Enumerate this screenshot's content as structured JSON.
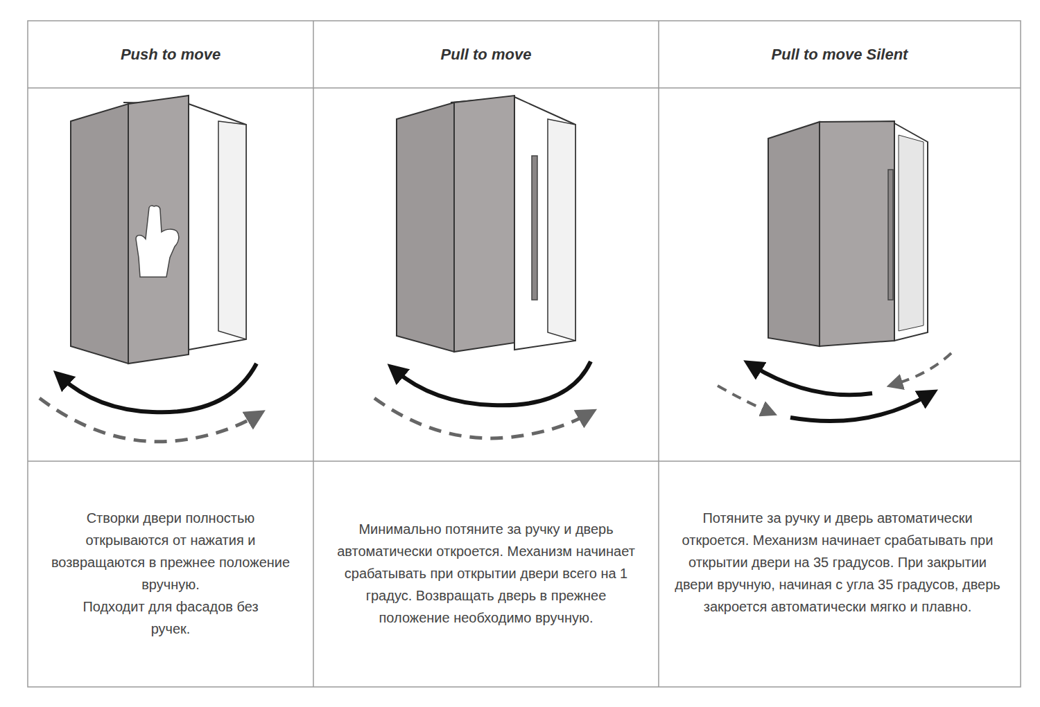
{
  "diagram": {
    "labels": [
      "Push to move",
      "Pull to move",
      "Pull to move Silent",
      "Створки двери полностью открываются от нажатия и возвращаются в прежнее положение вручную.",
      "Подходит для фасадов без ручек.",
      "Минимально потяните за ручку и дверь автоматически откроется. Механизм начинает срабатывать при открытии двери всего на 1 градус. Возвращать дверь в прежнее положение необходимо вручную.",
      "Потяните за ручку и дверь автоматически откроется. Механизм начинает срабатывать при открытии двери на 35 градусов. При закрытии двери вручную, начиная с угла 35 градусов, дверь закроется автоматически мягко и плавно."
    ]
  }
}
